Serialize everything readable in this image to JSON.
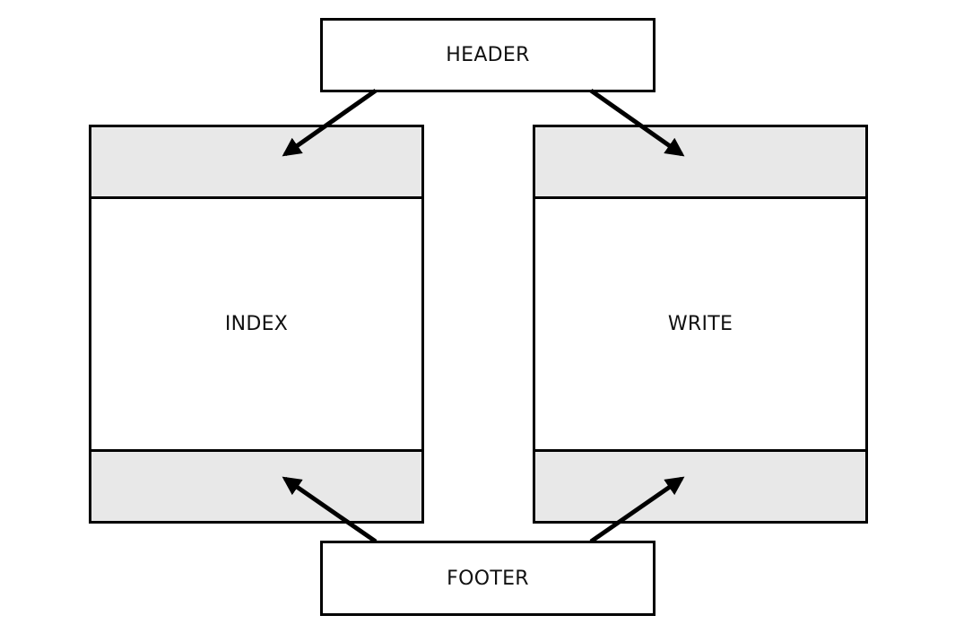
{
  "header": {
    "label": "HEADER"
  },
  "footer": {
    "label": "FOOTER"
  },
  "pages": {
    "index": {
      "label": "INDEX"
    },
    "write": {
      "label": "WRITE"
    }
  },
  "colors": {
    "stroke": "#000000",
    "slot_fill": "#e8e8e8",
    "box_fill": "#ffffff"
  }
}
